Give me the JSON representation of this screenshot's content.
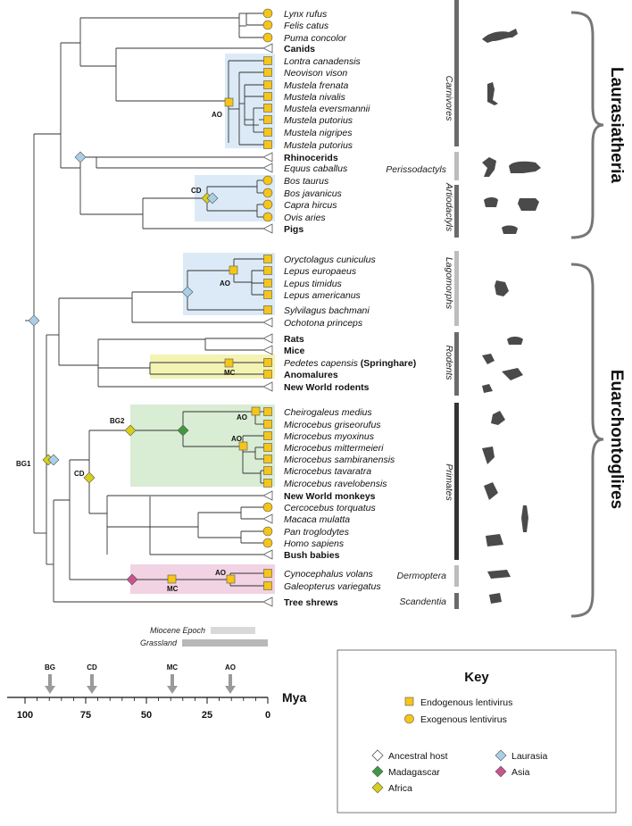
{
  "taxa": [
    {
      "name": "Lynx rufus",
      "style": "italic",
      "marker": "circle"
    },
    {
      "name": "Felis catus",
      "style": "italic",
      "marker": "circle"
    },
    {
      "name": "Puma concolor",
      "style": "italic",
      "marker": "circle"
    },
    {
      "name": "Canids",
      "style": "bold",
      "marker": "triangle"
    },
    {
      "name": "Lontra canadensis",
      "style": "italic",
      "marker": "square"
    },
    {
      "name": "Neovison vison",
      "style": "italic",
      "marker": "square"
    },
    {
      "name": "Mustela frenata",
      "style": "italic",
      "marker": "square"
    },
    {
      "name": "Mustela nivalis",
      "style": "italic",
      "marker": "square"
    },
    {
      "name": "Mustela eversmannii",
      "style": "italic",
      "marker": "square"
    },
    {
      "name": "Mustela putorius",
      "style": "italic",
      "marker": "square"
    },
    {
      "name": "Mustela nigripes",
      "style": "italic",
      "marker": "square"
    },
    {
      "name": "Mustela putorius",
      "style": "italic",
      "marker": "square"
    },
    {
      "name": "Rhinocerids",
      "style": "bold",
      "marker": "triangle"
    },
    {
      "name": "Equus caballus",
      "style": "italic",
      "marker": "triangle"
    },
    {
      "name": "Bos taurus",
      "style": "italic",
      "marker": "circle"
    },
    {
      "name": "Bos javanicus",
      "style": "italic",
      "marker": "circle"
    },
    {
      "name": "Capra hircus",
      "style": "italic",
      "marker": "circle"
    },
    {
      "name": "Ovis aries",
      "style": "italic",
      "marker": "circle"
    },
    {
      "name": "Pigs",
      "style": "bold",
      "marker": "triangle"
    },
    {
      "name": "Oryctolagus cuniculus",
      "style": "italic",
      "marker": "square"
    },
    {
      "name": "Lepus europaeus",
      "style": "italic",
      "marker": "square"
    },
    {
      "name": "Lepus timidus",
      "style": "italic",
      "marker": "square"
    },
    {
      "name": "Lepus americanus",
      "style": "italic",
      "marker": "square"
    },
    {
      "name": "Sylvilagus bachmani",
      "style": "italic",
      "marker": "square"
    },
    {
      "name": "Ochotona princeps",
      "style": "italic",
      "marker": "triangle"
    },
    {
      "name": "Rats",
      "style": "bold",
      "marker": "triangle"
    },
    {
      "name": "Mice",
      "style": "bold",
      "marker": "triangle"
    },
    {
      "name": "Pedetes capensis",
      "suffix": " (Springhare)",
      "style": "italic",
      "marker": "square"
    },
    {
      "name": "Anomalures",
      "style": "bold",
      "marker": "square"
    },
    {
      "name": "New World rodents",
      "style": "bold",
      "marker": "triangle"
    },
    {
      "name": "Cheirogaleus medius",
      "style": "italic",
      "marker": "square"
    },
    {
      "name": "Microcebus griseorufus",
      "style": "italic",
      "marker": "square"
    },
    {
      "name": "Microcebus myoxinus",
      "style": "italic",
      "marker": "square"
    },
    {
      "name": "Microcebus mittermeieri",
      "style": "italic",
      "marker": "square"
    },
    {
      "name": "Microcebus sambiranensis",
      "style": "italic",
      "marker": "square"
    },
    {
      "name": "Microcebus tavaratra",
      "style": "italic",
      "marker": "square"
    },
    {
      "name": "Microcebus ravelobensis",
      "style": "italic",
      "marker": "square"
    },
    {
      "name": "New World monkeys",
      "style": "bold",
      "marker": "triangle"
    },
    {
      "name": "Cercocebus torquatus",
      "style": "italic",
      "marker": "circle"
    },
    {
      "name": "Macaca mulatta",
      "style": "italic",
      "marker": "triangle"
    },
    {
      "name": "Pan troglodytes",
      "style": "italic",
      "marker": "circle"
    },
    {
      "name": "Homo sapiens",
      "style": "italic",
      "marker": "circle"
    },
    {
      "name": "Bush babies",
      "style": "bold",
      "marker": "triangle"
    },
    {
      "name": "Cynocephalus volans",
      "style": "italic",
      "marker": "square"
    },
    {
      "name": "Galeopterus variegatus",
      "style": "italic",
      "marker": "square"
    },
    {
      "name": "Tree shrews",
      "style": "bold",
      "marker": "triangle"
    }
  ],
  "orders": [
    {
      "name": "Carnivores",
      "orientation": "vertical",
      "bar_color": "#6b6b6b"
    },
    {
      "name": "Perissodactyls",
      "orientation": "horizontal",
      "bar_color": "#bdbdbd"
    },
    {
      "name": "Artiodactyls",
      "orientation": "vertical",
      "bar_color": "#6b6b6b"
    },
    {
      "name": "Lagomorphs",
      "orientation": "vertical",
      "bar_color": "#bdbdbd"
    },
    {
      "name": "Rodents",
      "orientation": "vertical",
      "bar_color": "#6b6b6b"
    },
    {
      "name": "Primates",
      "orientation": "vertical",
      "bar_color": "#333333"
    },
    {
      "name": "Dermoptera",
      "orientation": "horizontal",
      "bar_color": "#bdbdbd"
    },
    {
      "name": "Scandentia",
      "orientation": "horizontal",
      "bar_color": "#6b6b6b"
    }
  ],
  "superorders": [
    "Laurasiatheria",
    "Euarchontoglires"
  ],
  "node_labels": {
    "ao": "AO",
    "cd": "CD",
    "mc": "MC",
    "bg1": "BG1",
    "bg2": "BG2"
  },
  "epochs": {
    "miocene": "Miocene Epoch",
    "grassland": "Grassland"
  },
  "timeline": {
    "unit": "Mya",
    "ticks": [
      "100",
      "75",
      "50",
      "25",
      "0"
    ],
    "events": [
      "BG",
      "CD",
      "MC",
      "AO"
    ]
  },
  "key": {
    "title": "Key",
    "items": [
      {
        "label": "Endogenous lentivirus",
        "symbol": "square",
        "color": "#f5c518"
      },
      {
        "label": "Exogenous lentivirus",
        "symbol": "circle",
        "color": "#f5c518"
      },
      {
        "label": "Ancestral host",
        "symbol": "diamond",
        "color": "#ffffff"
      },
      {
        "label": "Laurasia",
        "symbol": "diamond",
        "color": "#a9cfe8"
      },
      {
        "label": "Madagascar",
        "symbol": "diamond",
        "color": "#3f9a3f"
      },
      {
        "label": "Asia",
        "symbol": "diamond",
        "color": "#c8548e"
      },
      {
        "label": "Africa",
        "symbol": "diamond",
        "color": "#d7cf1a"
      }
    ]
  },
  "colors": {
    "box_blue": "#dbeaf6",
    "box_yellow": "#f3f3b4",
    "box_green": "#d9ecd4",
    "box_pink": "#f1d3e3",
    "marker_yellow": "#f5c518",
    "laurasia": "#a9cfe8",
    "madagascar": "#3f9a3f",
    "africa": "#d7cf1a",
    "asia": "#c8548e"
  }
}
